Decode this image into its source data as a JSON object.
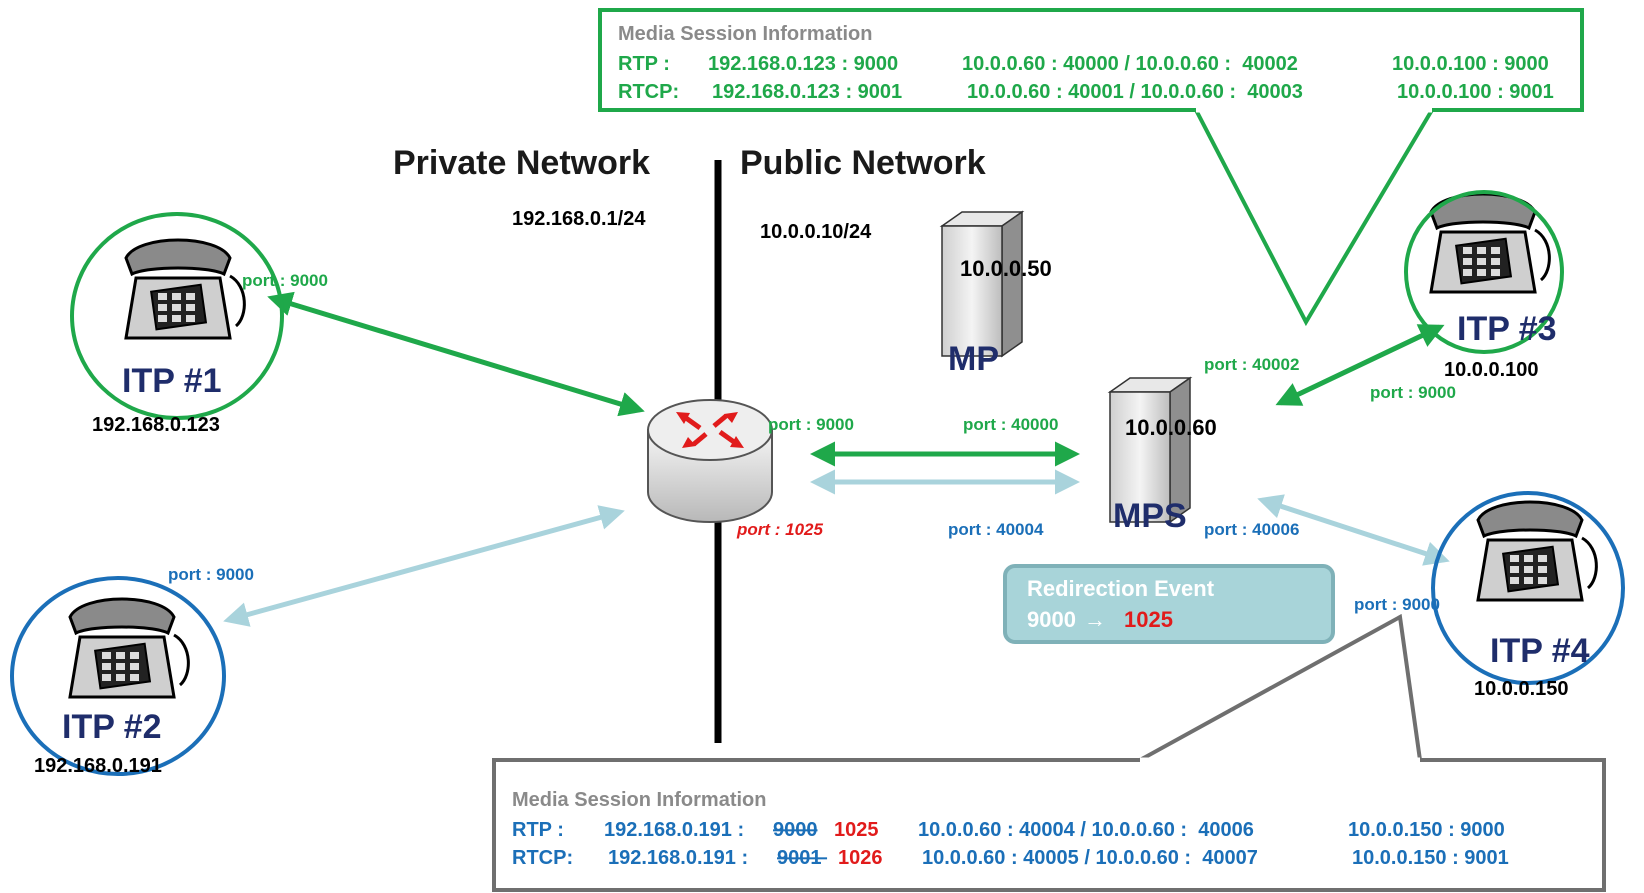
{
  "colors": {
    "green": "#1fa84a",
    "blue": "#1b6fb8",
    "light_blue": "#a9d3dc",
    "red": "#e11b1b",
    "navy": "#1f2d6b",
    "gray_box": "#6f6f6f",
    "redirect_fill": "#a8d4d9",
    "redirect_border": "#7fb1b8"
  },
  "network": {
    "private_title": "Private Network",
    "public_title": "Public Network",
    "private_subnet": "192.168.0.1/24",
    "public_subnet": "10.0.0.10/24"
  },
  "top_session": {
    "title": "Media Session Information",
    "rtp_label": "RTP :",
    "rtp_a": "192.168.0.123 : 9000",
    "rtp_b": "10.0.0.60 : 40000 / 10.0.0.60 :  40002",
    "rtp_c": "10.0.0.100 : 9000",
    "rtcp_label": "RTCP:",
    "rtcp_a": "192.168.0.123 : 9001",
    "rtcp_b": "10.0.0.60 : 40001 / 10.0.0.60 :  40003",
    "rtcp_c": "10.0.0.100 : 9001"
  },
  "bottom_session": {
    "title": "Media Session Information",
    "rtp_label": "RTP :",
    "rtp_ip": "192.168.0.191 : ",
    "rtp_old_port": "9000",
    "rtp_new_port": "1025",
    "rtp_b": "10.0.0.60 : 40004 / 10.0.0.60 :  40006",
    "rtp_c": "10.0.0.150 : 9000",
    "rtcp_label": "RTCP:",
    "rtcp_ip": "192.168.0.191 : ",
    "rtcp_old_port": "9001 ",
    "rtcp_new_port": "1026",
    "rtcp_b": "10.0.0.60 : 40005 / 10.0.0.60 :  40007",
    "rtcp_c": "10.0.0.150 : 9001"
  },
  "phones": {
    "itp1": {
      "label": "ITP #1",
      "ip": "192.168.0.123",
      "port": "port : 9000"
    },
    "itp2": {
      "label": "ITP #2",
      "ip": "192.168.0.191",
      "port": "port : 9000"
    },
    "itp3": {
      "label": "ITP #3",
      "ip": "10.0.0.100",
      "port": "port : 9000"
    },
    "itp4": {
      "label": "ITP #4",
      "ip": "10.0.0.150",
      "port": "port : 9000"
    }
  },
  "servers": {
    "mp": {
      "label": "MP",
      "ip": "10.0.0.50"
    },
    "mps": {
      "label": "MPS",
      "ip": "10.0.0.60"
    }
  },
  "router": {
    "port_public": "port : 9000",
    "port_nat": "port : 1025"
  },
  "mps_ports": {
    "p40000": "port : 40000",
    "p40002": "port : 40002",
    "p40004": "port : 40004",
    "p40006": "port : 40006"
  },
  "redirection": {
    "title": "Redirection Event",
    "from": "9000",
    "arrow": "→",
    "to": "1025"
  }
}
